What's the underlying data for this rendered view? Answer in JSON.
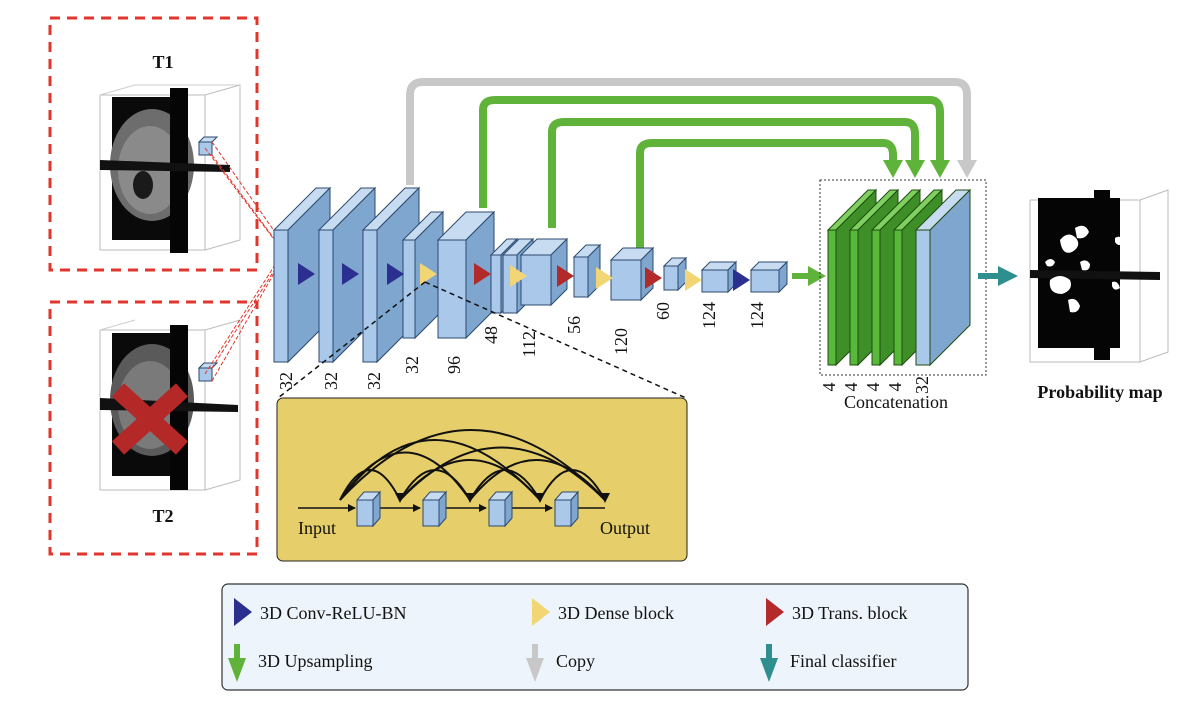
{
  "inputs": {
    "t1_label": "T1",
    "t2_label": "T2"
  },
  "network": {
    "encoder_channels": [
      "32",
      "32",
      "32",
      "32",
      "96",
      "48",
      "112",
      "56",
      "120",
      "60",
      "124",
      "124"
    ],
    "concat_channels": [
      "4",
      "4",
      "4",
      "4",
      "32"
    ],
    "concat_label": "Concatenation",
    "output_label": "Probability map"
  },
  "dense_block": {
    "input_label": "Input",
    "output_label": "Output",
    "layer_count": 4
  },
  "legend": {
    "items": [
      {
        "label": "3D Conv-ReLU-BN",
        "icon": "triangle-right-icon",
        "color": "#2b2f8f"
      },
      {
        "label": "3D Dense block",
        "icon": "triangle-right-icon",
        "color": "#f2d675"
      },
      {
        "label": "3D Trans. block",
        "icon": "triangle-right-icon",
        "color": "#b22a2a"
      },
      {
        "label": "3D Upsampling",
        "icon": "arrow-down-icon",
        "color": "#5fb33a"
      },
      {
        "label": "Copy",
        "icon": "arrow-down-icon",
        "color": "#c8c8c8"
      },
      {
        "label": "Final classifier",
        "icon": "arrow-down-icon",
        "color": "#2f8f8f"
      }
    ]
  },
  "colors": {
    "block_face": "#a9c8ea",
    "block_edge": "#2c4a6e",
    "concat_green": "#57b83a",
    "dense_box_bg": "#e6cf6a",
    "legend_bg": "#eef4fb",
    "dashed_red": "#e0362c"
  }
}
